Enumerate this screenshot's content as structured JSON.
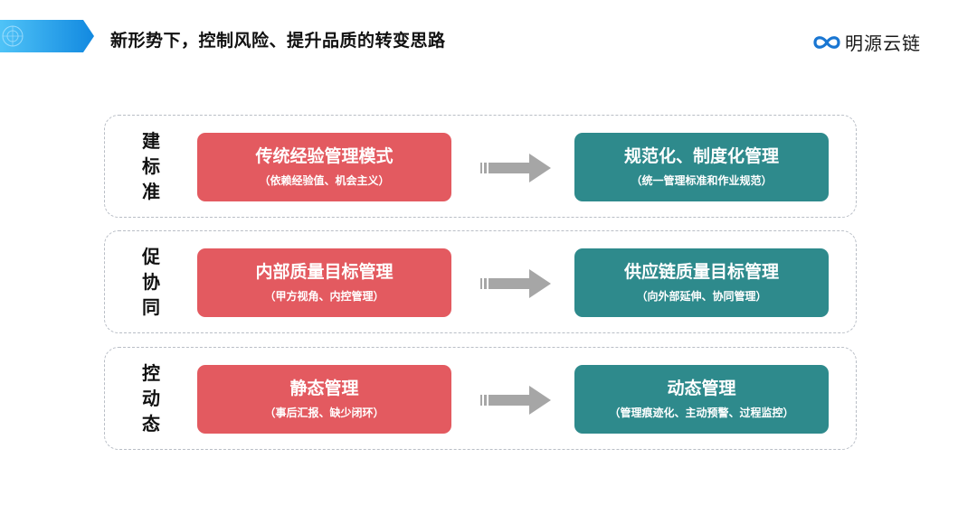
{
  "header": {
    "title": "新形势下，控制风险、提升品质的转变思路",
    "logo_text": "明源云链"
  },
  "colors": {
    "tab": "#1e9fe6",
    "red_box": "#e35a60",
    "teal_box": "#2e8a8c",
    "arrow": "#a6a6a6",
    "dashed_border": "#b9bec6",
    "logo": "#1976d2"
  },
  "groups": [
    {
      "label": "建标准",
      "from": {
        "title": "传统经验管理模式",
        "sub": "（依赖经验值、机会主义）"
      },
      "to": {
        "title": "规范化、制度化管理",
        "sub": "（统一管理标准和作业规范）"
      }
    },
    {
      "label": "促协同",
      "from": {
        "title": "内部质量目标管理",
        "sub": "（甲方视角、内控管理）"
      },
      "to": {
        "title": "供应链质量目标管理",
        "sub": "（向外部延伸、协同管理）"
      }
    },
    {
      "label": "控动态",
      "from": {
        "title": "静态管理",
        "sub": "（事后汇报、缺少闭环）"
      },
      "to": {
        "title": "动态管理",
        "sub": "（管理痕迹化、主动预警、过程监控）"
      }
    }
  ]
}
